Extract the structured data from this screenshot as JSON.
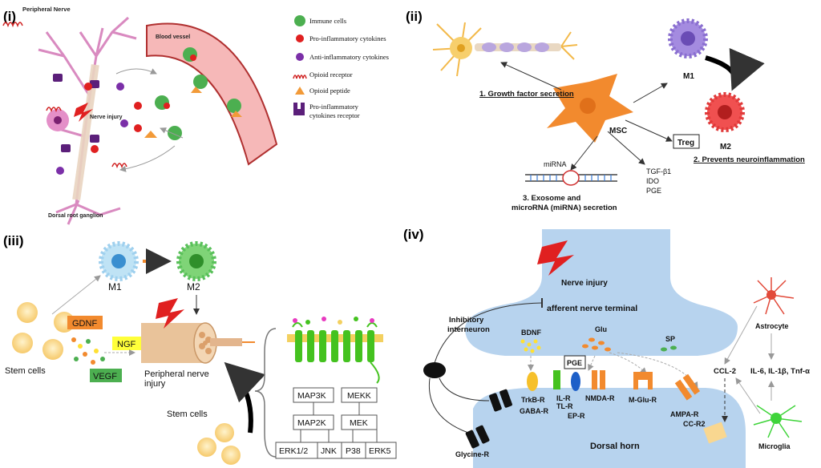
{
  "panel_i": {
    "label": "(i)",
    "peripheral_nerve": "Peripheral Nerve",
    "blood_vessel": "Blood vessel",
    "nerve_injury": "Nerve injury",
    "dorsal_root_ganglion": "Dorsal root ganglion",
    "legend": {
      "immune_cells": "Immune cells",
      "pro_inflammatory": "Pro-inflammatory cytokines",
      "anti_inflammatory": "Anti-inflammatory cytokines",
      "opioid_receptor": "Opioid receptor",
      "opioid_peptide": "Opioid peptide",
      "receptor_line1": "Pro-inflammatory",
      "receptor_line2": "cytokines receptor"
    }
  },
  "panel_ii": {
    "label": "(ii)",
    "msc": "MSC",
    "m1": "M1",
    "m2": "M2",
    "treg": "Treg",
    "growth_factor": "1. Growth factor secretion",
    "neuroinflammation": "2. Prevents neuroinflammation",
    "exosome_line1": "3. Exosome and",
    "exosome_line2": "microRNA (miRNA) secretion",
    "mirna": "miRNA",
    "tgf": "TGF-β1",
    "ido": "IDO",
    "pge": "PGE"
  },
  "panel_iii": {
    "label": "(iii)",
    "m1": "M1",
    "m2": "M2",
    "gdnf": "GDNF",
    "ngf": "NGF",
    "vegf": "VEGF",
    "stem_cells": "Stem cells",
    "stem_cells_2": "Stem cells",
    "nerve_injury_line1": "Peripheral nerve",
    "nerve_injury_line2": "injury",
    "map3k": "MAP3K",
    "mekk": "MEKK",
    "map2k": "MAP2K",
    "mek": "MEK",
    "erk12": "ERK1/2",
    "jnk": "JNK",
    "p38": "P38",
    "erk5": "ERK5"
  },
  "panel_iv": {
    "label": "(iv)",
    "nerve_injury": "Nerve injury",
    "afferent": "afferent nerve terminal",
    "inhibitory_line1": "Inhibitory",
    "inhibitory_line2": "interneuron",
    "bdnf": "BDNF",
    "glu": "Glu",
    "sp": "SP",
    "pge": "PGE",
    "trkb": "TrkB-R",
    "gaba": "GABA-R",
    "ilr": "IL-R",
    "tlr": "TL-R",
    "epr": "EP-R",
    "nmda": "NMDA-R",
    "mglu": "M-Glu-R",
    "ampa": "AMPA-R",
    "glycine": "Glycine-R",
    "dorsal_horn": "Dorsal horn",
    "ccr2": "CC-R2",
    "ccl2": "CCL-2",
    "cytokines": "IL-6, IL-1β, Tnf-α",
    "astrocyte": "Astrocyte",
    "microglia": "Microglia"
  },
  "colors": {
    "immune_green": "#4caf50",
    "cytokine_red": "#e02020",
    "anti_purple": "#7b2fa8",
    "nerve_pink": "#d98ac0",
    "msc_orange": "#f28a2e",
    "m1_purple": "#a48be0",
    "m2_red": "#f05050",
    "horn_blue": "#b7d3ee",
    "receptor_green": "#44c21f"
  }
}
